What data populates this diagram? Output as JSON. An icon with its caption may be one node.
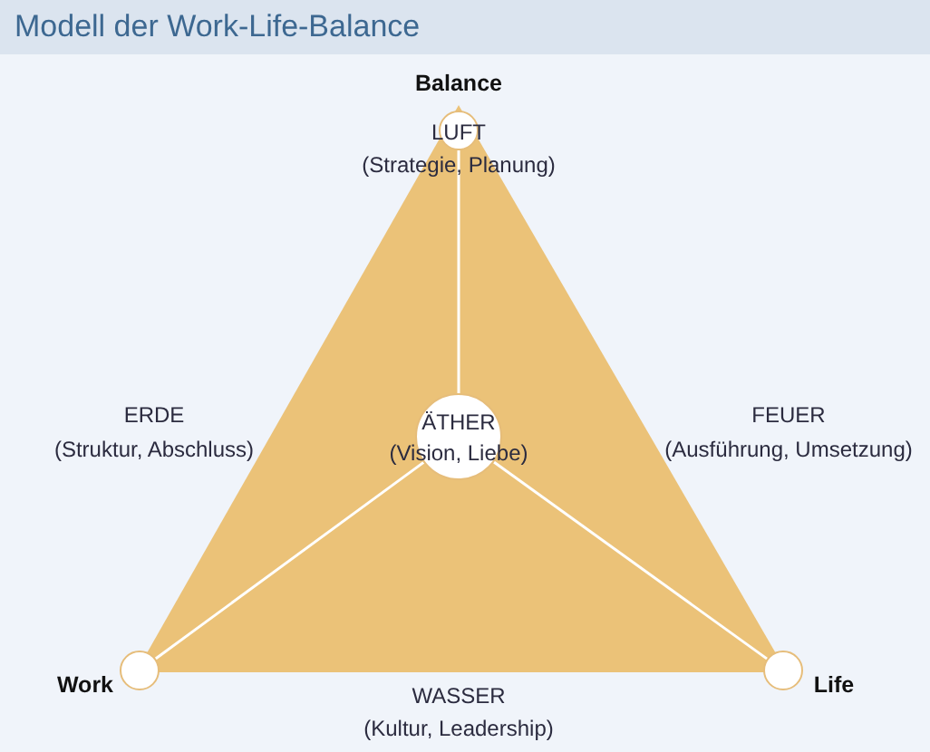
{
  "diagram": {
    "title": "Modell der Work-Life-Balance",
    "nodes": [
      {
        "text": [],
        "shape": "circle",
        "beside": [
          "Balance"
        ]
      },
      {
        "text": [
          "ÄTHER",
          "(Vision, Liebe)"
        ]
      },
      {
        "text": [],
        "shape": "circle",
        "beside": [
          "Work"
        ]
      },
      {
        "text": [],
        "shape": "circle",
        "beside": [
          "Life"
        ]
      }
    ],
    "edges": [
      {
        "from": 1,
        "to": 0,
        "arrow": "none"
      },
      {
        "from": 1,
        "to": 2,
        "arrow": "none"
      },
      {
        "from": 1,
        "to": 3,
        "arrow": "none"
      }
    ],
    "labels": [
      "LUFT",
      "(Strategie, Planung)",
      "ERDE",
      "(Struktur, Abschluss)",
      "FEUER",
      "(Ausführung, Umsetzung)",
      "WASSER",
      "(Kultur, Leadership)"
    ]
  }
}
